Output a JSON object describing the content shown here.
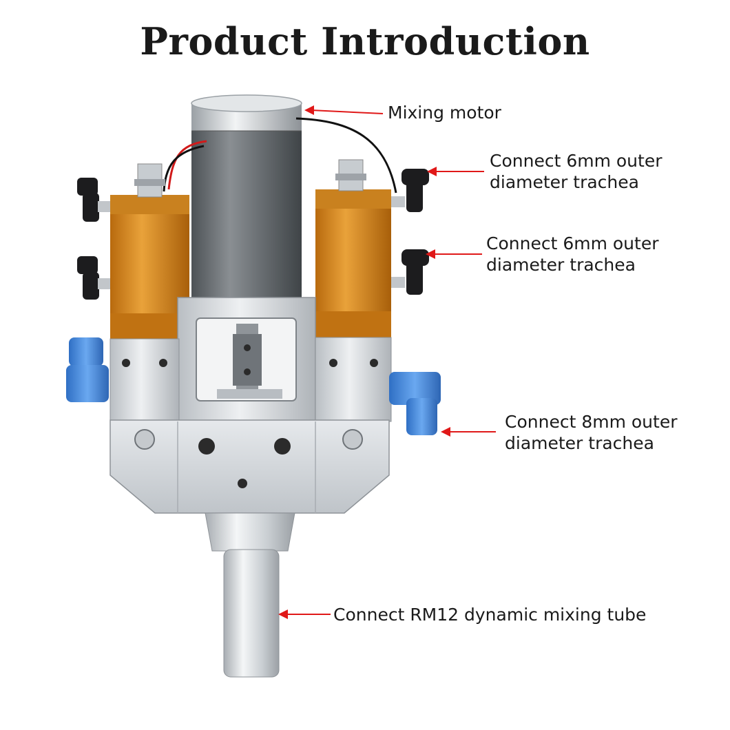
{
  "title": "Product Introduction",
  "callouts": {
    "motor": {
      "line1": "Mixing motor"
    },
    "port_top": {
      "line1": "Connect 6mm outer",
      "line2": "diameter trachea"
    },
    "port_mid": {
      "line1": "Connect 6mm outer",
      "line2": "diameter trachea"
    },
    "port_blue": {
      "line1": "Connect 8mm outer",
      "line2": "diameter trachea"
    },
    "tube": {
      "line1": "Connect RM12 dynamic mixing tube"
    }
  },
  "colors": {
    "arrow": "#e01818",
    "anodized_orange": "#d98a1c",
    "aluminum": "#d4d8dc",
    "motor_gray": "#6e7377",
    "fitting_blue": "#4a8fe0"
  }
}
